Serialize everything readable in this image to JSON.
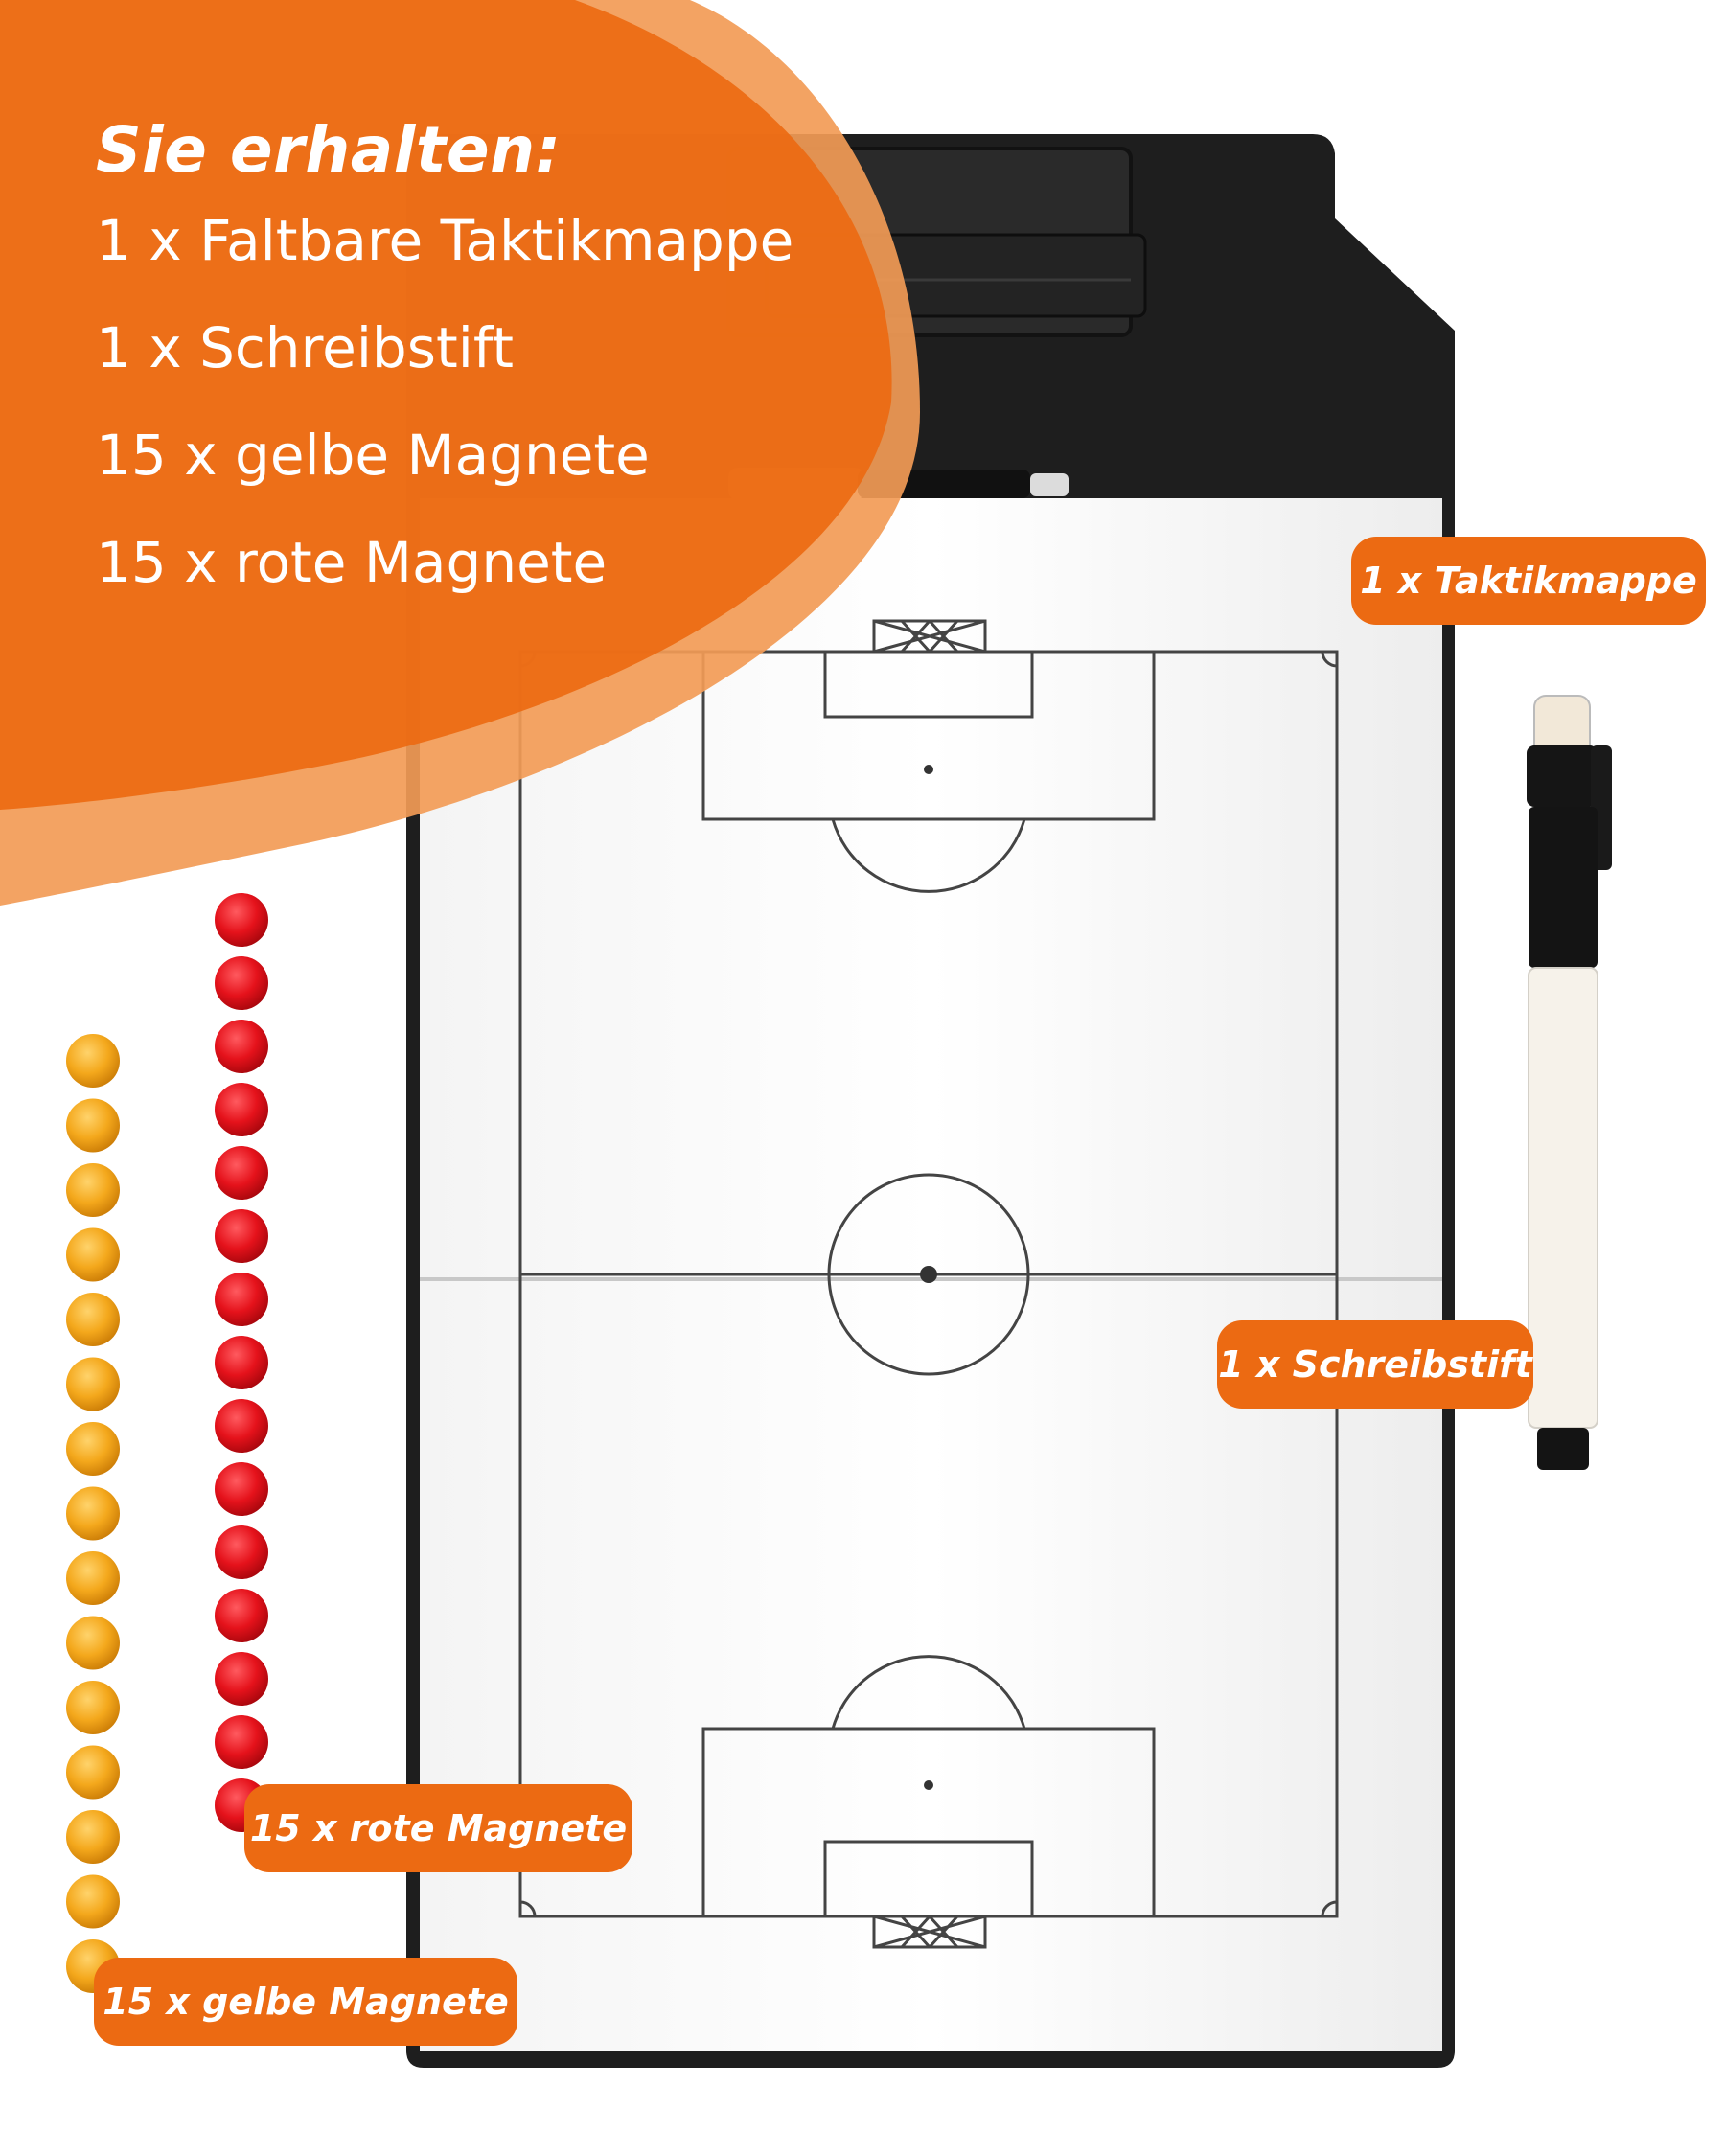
{
  "headline": {
    "title": "Sie erhalten:",
    "items": [
      "1 x Faltbare Taktikmappe",
      "1 x Schreibstift",
      "15 x gelbe Magnete",
      "15 x rote Magnete"
    ]
  },
  "labels": {
    "tactic_board": "1 x Taktikmappe",
    "pen": "1 x Schreibstift",
    "red_magnets": "15 x rote Magnete",
    "yellow_magnets": "15 x gelbe Magnete"
  },
  "magnets": {
    "red": {
      "count": 15,
      "color": "#e5121b"
    },
    "yellow": {
      "count": 15,
      "color": "#f4a81c"
    }
  },
  "colors": {
    "accent": "#ec6a12",
    "accent_light": "#f29b56",
    "board_black": "#1e1e1e"
  }
}
